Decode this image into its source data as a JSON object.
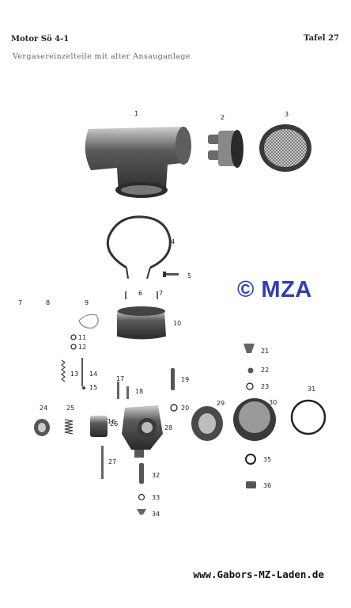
{
  "page": {
    "header_left": "Motor Sö 4-1",
    "header_right": "Tafel 27",
    "subtitle": "Vergasereinzelteile mit alter Ansauganlage",
    "watermark": "© MZA",
    "footer_url": "www.Gabors-MZ-Laden.de"
  },
  "part_labels": [
    "1",
    "2",
    "3",
    "4",
    "5",
    "6",
    "7",
    "7",
    "8",
    "9",
    "10",
    "11",
    "12",
    "13",
    "14",
    "15",
    "16",
    "17",
    "18",
    "19",
    "20",
    "21",
    "22",
    "23",
    "24",
    "25",
    "26",
    "27",
    "28",
    "29",
    "30",
    "31",
    "32",
    "33",
    "34",
    "35",
    "36"
  ]
}
